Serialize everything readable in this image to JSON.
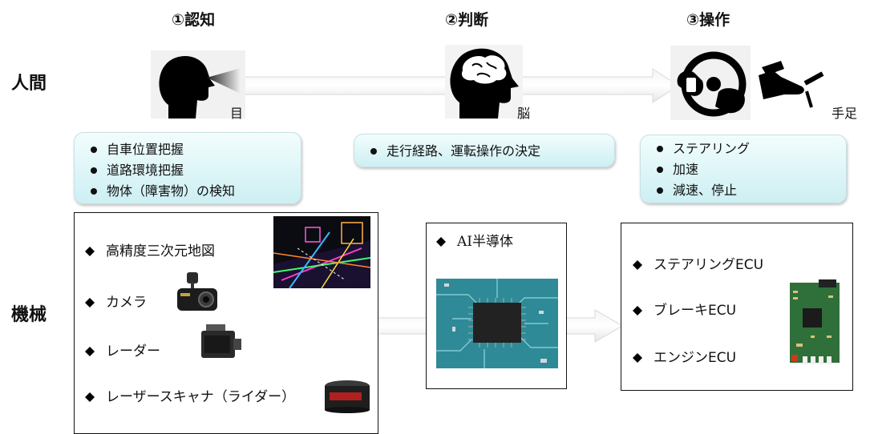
{
  "stages": [
    {
      "title": "①認知",
      "human_caption": "目",
      "bullets": [
        "自車位置把握",
        "道路環境把握",
        "物体（障害物）の検知"
      ],
      "icon": "head-eye-icon"
    },
    {
      "title": "②判断",
      "human_caption": "脳",
      "bullets": [
        "走行経路、運転操作の決定"
      ],
      "icon": "head-brain-icon"
    },
    {
      "title": "③操作",
      "human_caption": "手足",
      "bullets": [
        "ステアリング",
        "加速",
        "減速、停止"
      ],
      "icon": "steering-hands-icon"
    }
  ],
  "rows": {
    "human": "人間",
    "machine": "機械"
  },
  "machine": {
    "perception": [
      "高精度三次元地図",
      "カメラ",
      "レーダー",
      "レーザースキャナ（ライダー）"
    ],
    "decision": [
      "AI半導体"
    ],
    "actuation": [
      "ステアリングECU",
      "ブレーキECU",
      "エンジンECU"
    ]
  },
  "icons": [
    "foot-pedal-icon",
    "3d-map-image",
    "camera-image",
    "radar-image",
    "lidar-image",
    "ai-chip-image",
    "ecu-board-image"
  ]
}
